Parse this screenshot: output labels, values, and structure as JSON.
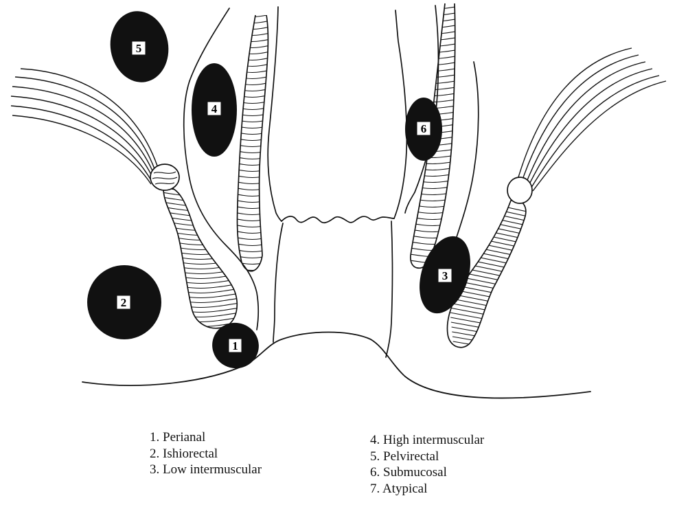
{
  "abscesses": [
    {
      "n": "1",
      "label": "Perianal"
    },
    {
      "n": "2",
      "label": "Ishiorectal"
    },
    {
      "n": "3",
      "label": "Low intermuscular"
    },
    {
      "n": "4",
      "label": "High intermuscular"
    },
    {
      "n": "5",
      "label": "Pelvirectal"
    },
    {
      "n": "6",
      "label": "Submucosal"
    },
    {
      "n": "7",
      "label": "Atypical"
    }
  ],
  "legend": {
    "left": [
      "1.  Perianal",
      "2.  Ishiorectal",
      "3.  Low  intermuscular"
    ],
    "right": [
      "4.  High  intermuscular",
      "5.  Pelvirectal",
      "6.  Submucosal",
      "7.  Atypical"
    ]
  },
  "colors": {
    "ink": "#111111",
    "abscess_fill": "#111111",
    "label_box": "#ffffff"
  }
}
